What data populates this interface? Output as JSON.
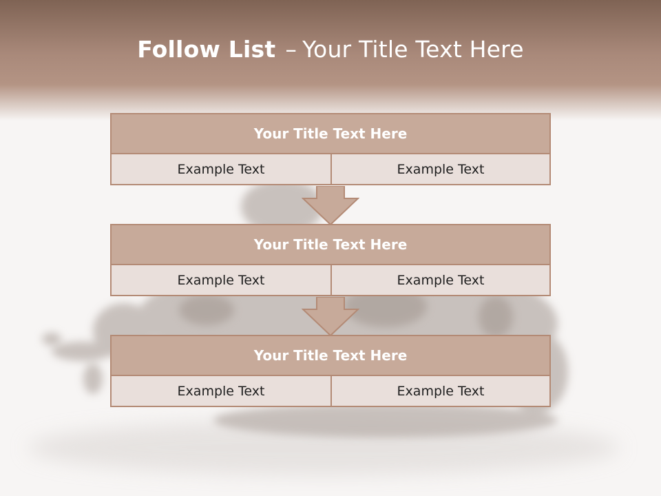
{
  "slide": {
    "title_bold": "Follow List",
    "title_separator": "–",
    "title_rest": "Your Title Text Here"
  },
  "blocks": [
    {
      "title": "Your Title Text Here",
      "left": "Example Text",
      "right": "Example Text"
    },
    {
      "title": "Your Title Text Here",
      "left": "Example Text",
      "right": "Example Text"
    },
    {
      "title": "Your Title Text Here",
      "left": "Example Text",
      "right": "Example Text"
    }
  ],
  "colors": {
    "header_brown": "#a9897a",
    "block_title_fill": "#c7aa9a",
    "block_body_fill": "#e9dfdb",
    "border": "#b38a75",
    "arrow_fill": "#c7aa9a"
  },
  "background_image": "faded-gorillas-photo"
}
